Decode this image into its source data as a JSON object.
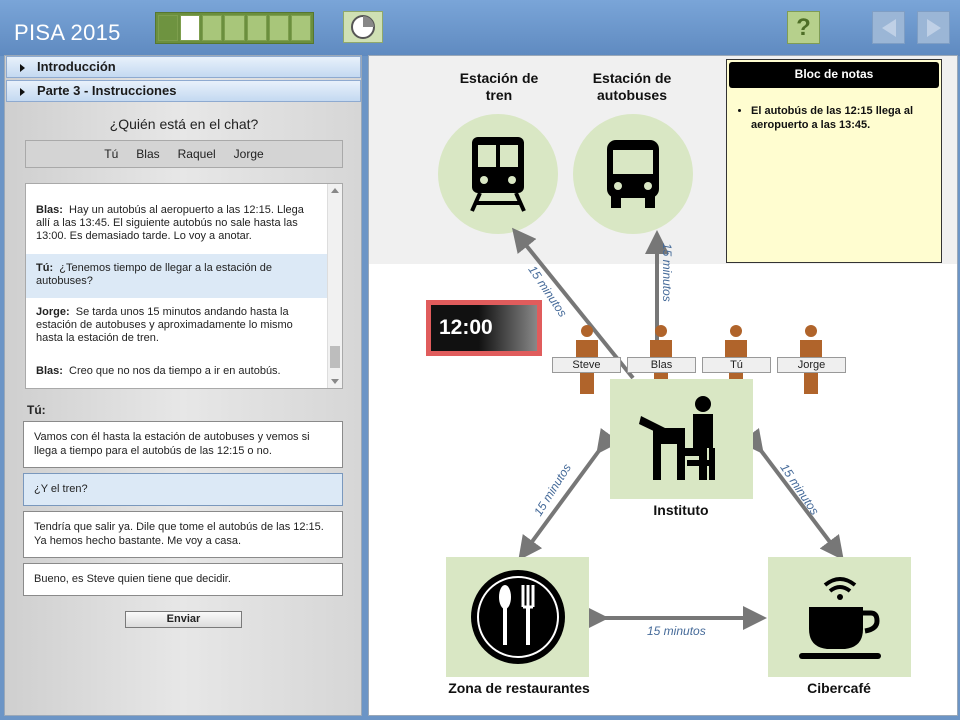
{
  "app": {
    "title": "PISA 2015"
  },
  "progress": {
    "total_segments": 7,
    "completed_segments": 1,
    "current_segment": 2
  },
  "colors": {
    "accent_green": "#d9e7c4",
    "chat_highlight": "#dce9f6",
    "clock_border": "#e05c5c"
  },
  "accordion": {
    "intro_label": "Introducción",
    "part3_label": "Parte 3 - Instrucciones"
  },
  "chat": {
    "who_title": "¿Quién está en el chat?",
    "participants": [
      "Tú",
      "Blas",
      "Raquel",
      "Jorge"
    ],
    "messages": [
      {
        "speaker": "Blas:",
        "text": "Hay un autobús al aeropuerto a las 12:15. Llega allí a las 13:45. El siguiente autobús no sale hasta las 13:00. Es demasiado tarde. Lo voy a anotar."
      },
      {
        "speaker": "Tú:",
        "text": "¿Tenemos tiempo de llegar a la estación de autobuses?"
      },
      {
        "speaker": "Jorge:",
        "text": "Se tarda unos 15 minutos andando hasta la estación de autobuses y aproximadamente lo mismo hasta la estación de tren."
      },
      {
        "speaker": "Blas:",
        "text": "Creo que no nos da tiempo a ir en autobús."
      }
    ],
    "you_label": "Tú:",
    "options": [
      "Vamos con él hasta la estación de autobuses y vemos si llega a tiempo para el autobús de las 12:15 o no.",
      "¿Y el tren?",
      "Tendría que salir ya. Dile que tome el autobús de las 12:15. Ya hemos hecho bastante. Me voy a casa.",
      "Bueno, es Steve quien tiene que decidir."
    ],
    "selected_option": 1,
    "send_label": "Enviar"
  },
  "map": {
    "train_station": "Estación de tren",
    "bus_station": "Estación de autobuses",
    "clock": "12:00",
    "people": [
      "Steve",
      "Blas",
      "Tú",
      "Jorge"
    ],
    "school": "Instituto",
    "restaurants": "Zona de restaurantes",
    "cafe": "Cibercafé",
    "edge_minutes": "15 minutos"
  },
  "notes": {
    "title": "Bloc de notas",
    "items": [
      "El autobús de las 12:15 llega al aeropuerto a las 13:45."
    ]
  },
  "icons": [
    "timer-icon",
    "help-icon",
    "back-arrow-icon",
    "next-arrow-icon",
    "train-icon",
    "bus-icon",
    "student-desk-icon",
    "restaurant-icon",
    "coffee-wifi-icon",
    "person-icon"
  ]
}
